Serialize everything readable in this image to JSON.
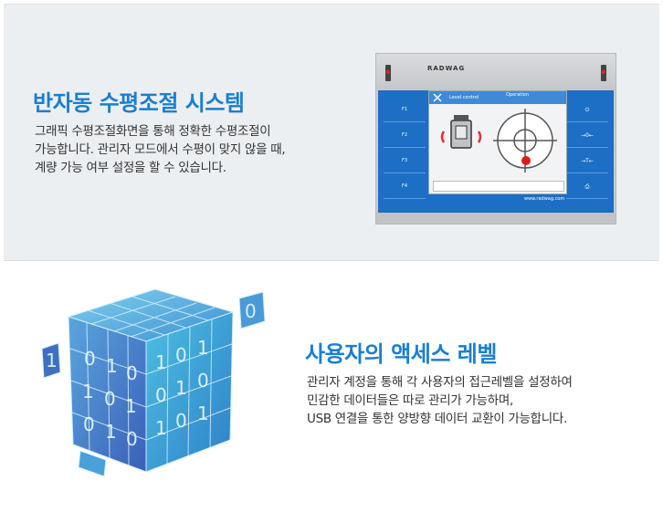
{
  "section1": {
    "title": "반자동 수평조절 시스템",
    "desc_lines": [
      "그래픽 수평조절화면을 통해 정확한 수평조절이",
      "가능합니다. 관리자 모드에서 수평이 맞지 않을 때,",
      "계량 가능 여부 설정을 할 수 있습니다."
    ],
    "device": {
      "brand": "RADWAG",
      "screen_title": "Level control",
      "screen_status": "Operation",
      "fkeys": [
        "F1",
        "F2",
        "F3",
        "F4"
      ],
      "rkeys": [
        "⏻",
        "→0←",
        "→T←",
        "⎙"
      ],
      "url": "www.radwag.com"
    }
  },
  "section2": {
    "title": "사용자의 액세스 레벨",
    "desc_lines": [
      "관리자 계정을 통해 각 사용자의 접근레벨을 설정하여",
      "민감한 데이터들은 따로 관리가 가능하며,",
      "USB 연결을 통한 양방향 데이터 교환이 가능합니다."
    ]
  },
  "colors": {
    "accent": "#1a7fd0",
    "panel": "#1c6fc4",
    "bg": "#eceff2"
  }
}
